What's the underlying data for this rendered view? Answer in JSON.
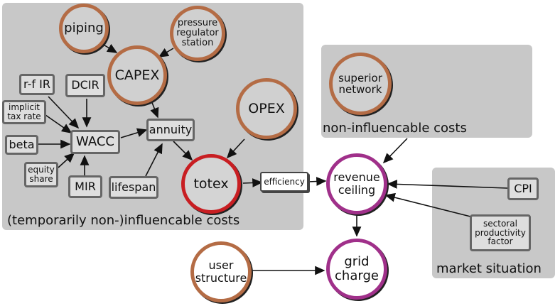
{
  "groups": {
    "temp": "(temporarily non-)influencable costs",
    "noninf": "non-influencable costs",
    "market": "market situation"
  },
  "nodes": {
    "piping": "piping",
    "prs": "pressure\nregulator\nstation",
    "capex": "CAPEX",
    "opex": "OPEX",
    "superior": "superior\nnetwork",
    "totex": "totex",
    "revenue": "revenue\nceiling",
    "grid": "grid\ncharge",
    "user": "user\nstructure"
  },
  "boxes": {
    "rfir": "r-f IR",
    "dcir": "DCIR",
    "implicit": "implicit\ntax rate",
    "beta": "beta",
    "wacc": "WACC",
    "annuity": "annuity",
    "equity": "equity\nshare",
    "mir": "MIR",
    "lifespan": "lifespan",
    "cpi": "CPI",
    "sectoral": "sectoral\nproductivity\nfactor",
    "efficiency": "efficiency"
  },
  "colors": {
    "group_bg": "#c8c8c8",
    "brown": "#b46c45",
    "red": "#c81e22",
    "purple": "#a0308a",
    "box_border": "#666666"
  }
}
